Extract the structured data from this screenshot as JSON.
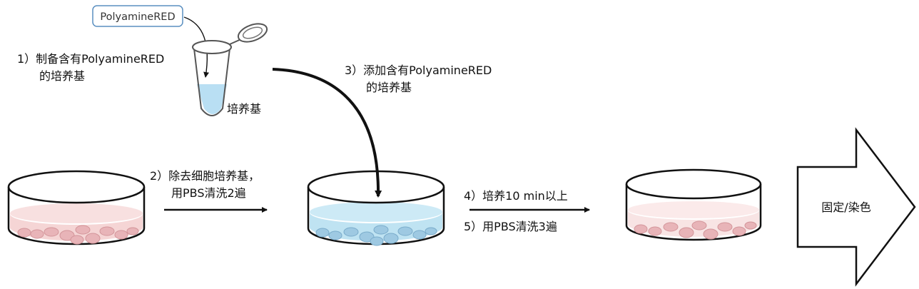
{
  "labels": {
    "reagent_tag": "PolyamineRED",
    "step1_line1": "1）制备含有PolyamineRED",
    "step1_line2": "的培养基",
    "tube_label": "培养基",
    "step2_line1": "2）除去细胞培养基，",
    "step2_line2": "用PBS清洗2遍",
    "step3_line1": "3）添加含有PolyamineRED",
    "step3_line2": "的培养基",
    "step4": "4）培养10 min以上",
    "step5": "5）用PBS清洗3遍",
    "final": "固定/染色"
  },
  "colors": {
    "tag_border": "#5a8fc0",
    "tube_liquid": "#b9dff3",
    "old_medium": "#f5d5d5",
    "new_medium": "#bfe3f2",
    "cells_pink": "#e8b4b8",
    "cells_blue": "#9ec9e2",
    "stroke": "#111111"
  }
}
